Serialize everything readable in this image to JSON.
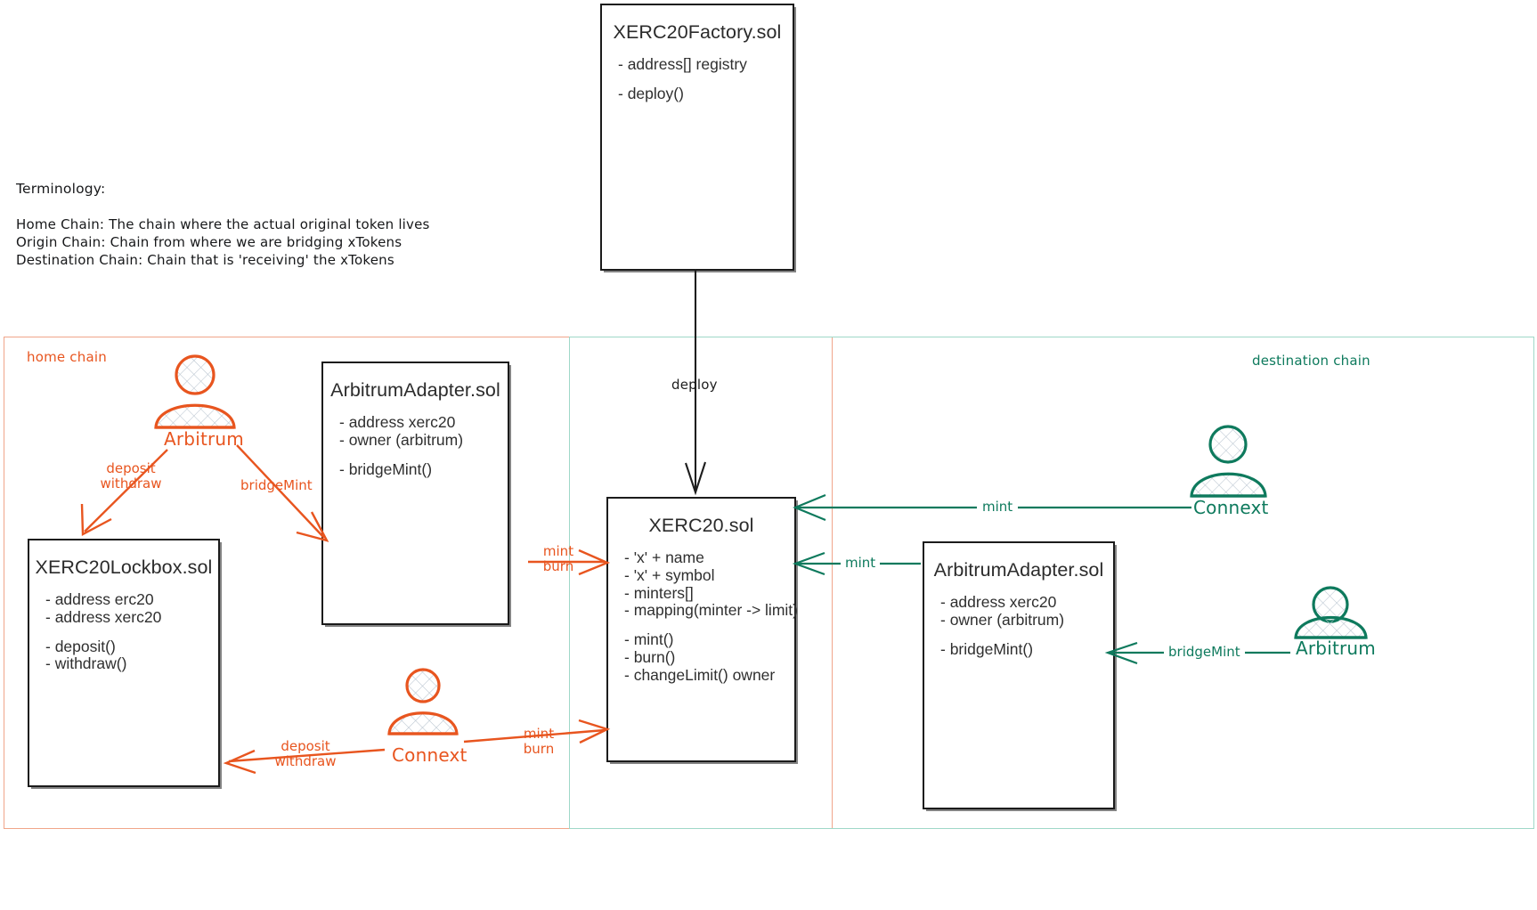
{
  "diagram": {
    "title": "XERC20 bridging architecture",
    "colors": {
      "home_chain": "#e8551f",
      "destination_chain": "#0e7a5d",
      "box_border": "#1b1b1b",
      "home_frame": "#f0a58a",
      "destination_frame": "#9fd8c8"
    }
  },
  "terminology": {
    "heading": "Terminology:",
    "lines": [
      "Home Chain: The chain where the actual original token lives",
      "Origin Chain: Chain from where we are bridging xTokens",
      "Destination Chain: Chain that is 'receiving' the xTokens"
    ]
  },
  "frames": {
    "home_label": "home chain",
    "destination_label": "destination chain"
  },
  "boxes": {
    "factory": {
      "title": "XERC20Factory.sol",
      "lines": [
        "- address[] registry",
        "",
        "- deploy()"
      ]
    },
    "lockbox": {
      "title": "XERC20Lockbox.sol",
      "lines": [
        "- address erc20",
        "- address xerc20",
        "",
        "- deposit()",
        "- withdraw()"
      ]
    },
    "adapter_home": {
      "title": "ArbitrumAdapter.sol",
      "lines": [
        "- address xerc20",
        "- owner (arbitrum)",
        "",
        "- bridgeMint()"
      ]
    },
    "xerc20": {
      "title": "XERC20.sol",
      "lines": [
        "- 'x' + name",
        "- 'x' + symbol",
        "- minters[]",
        "- mapping(minter -> limit)",
        "",
        "- mint()",
        "- burn()",
        "- changeLimit() owner"
      ]
    },
    "adapter_dest": {
      "title": "ArbitrumAdapter.sol",
      "lines": [
        "- address xerc20",
        "- owner (arbitrum)",
        "",
        "- bridgeMint()"
      ]
    }
  },
  "actors": {
    "arbitrum_home": "Arbitrum",
    "connext_home": "Connext",
    "connext_dest": "Connext",
    "arbitrum_dest": "Arbitrum"
  },
  "edges": {
    "deploy": "deploy",
    "deposit_withdraw_top": "deposit\nwithdraw",
    "deposit_top_l1": "deposit",
    "deposit_top_l2": "withdraw",
    "bridge_mint_home": "bridgeMint",
    "mint_burn_adapter_l1": "mint",
    "mint_burn_adapter_l2": "burn",
    "mint_burn_connext_l1": "mint",
    "mint_burn_connext_l2": "burn",
    "deposit_withdraw_bottom_l1": "deposit",
    "deposit_withdraw_bottom_l2": "withdraw",
    "mint_connext_dest": "mint",
    "mint_adapter_dest": "mint",
    "bridge_mint_dest": "bridgeMint"
  }
}
